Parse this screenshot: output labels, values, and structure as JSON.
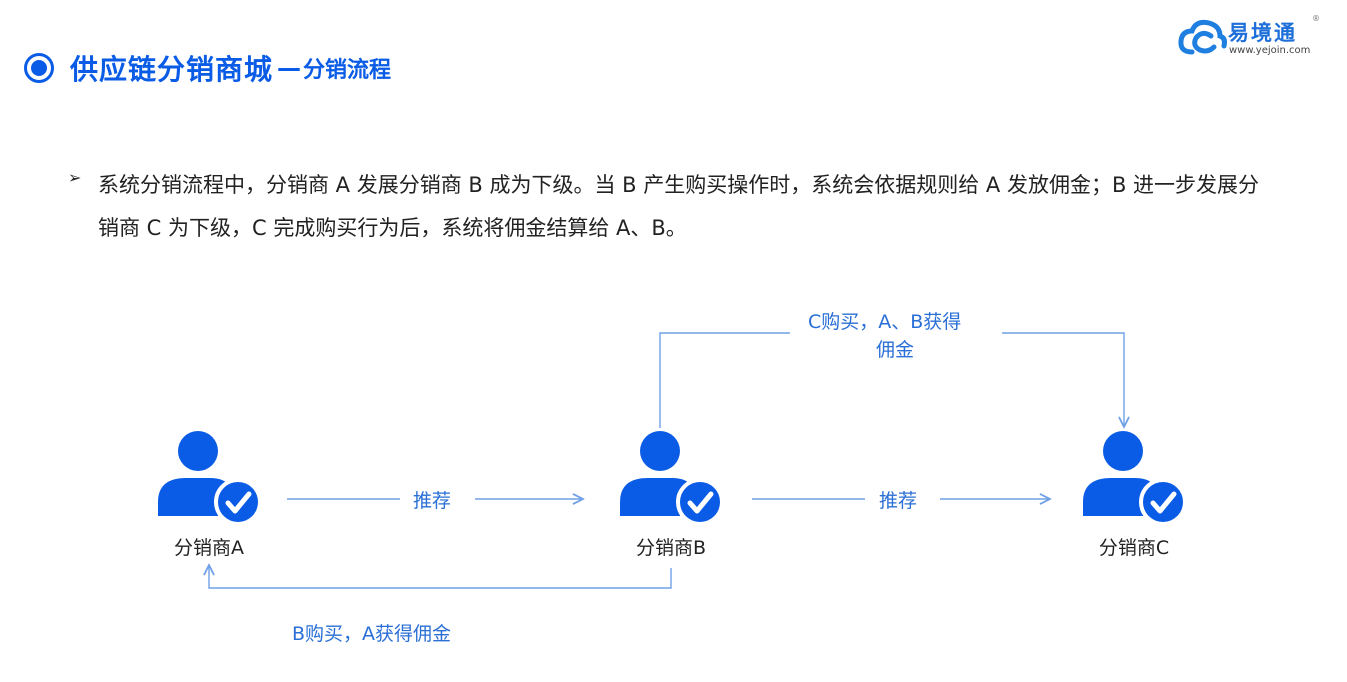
{
  "header": {
    "title": "供应链分销商城",
    "separator": "—",
    "subtitle": "分销流程"
  },
  "logo": {
    "name": "易境通",
    "registered": "®",
    "url": "www.yejoin.com"
  },
  "intro": {
    "bullet": "➢",
    "text": "系统分销流程中，分销商 A 发展分销商 B 成为下级。当 B 产生购买操作时，系统会依据规则给 A 发放佣金；B 进一步发展分销商 C 为下级，C 完成购买行为后，系统将佣金结算给 A、B。"
  },
  "diagram": {
    "nodes": [
      {
        "id": "A",
        "label": "分销商A"
      },
      {
        "id": "B",
        "label": "分销商B"
      },
      {
        "id": "C",
        "label": "分销商C"
      }
    ],
    "edges": [
      {
        "from": "A",
        "to": "B",
        "label": "推荐"
      },
      {
        "from": "B",
        "to": "C",
        "label": "推荐"
      },
      {
        "from": "B",
        "to": "A",
        "label": "B购买，A获得佣金"
      },
      {
        "from": "B",
        "to": "C",
        "label_line1": "C购买，A、B获得",
        "label_line2": "佣金"
      }
    ],
    "colors": {
      "accent": "#0a5ce6",
      "line": "#6fa0e6",
      "label": "#2a6fd6"
    }
  }
}
